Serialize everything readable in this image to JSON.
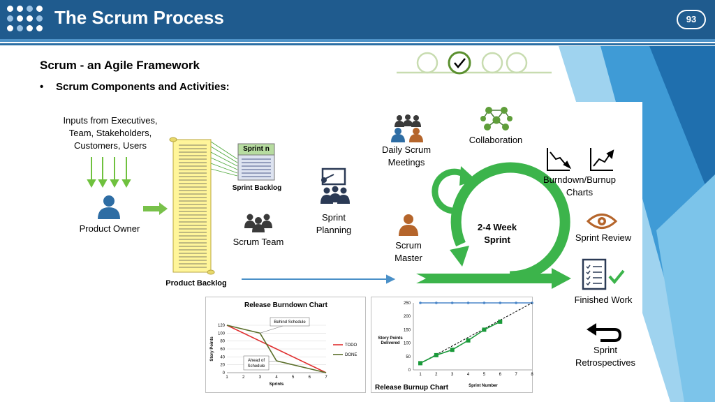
{
  "header": {
    "title": "The Scrum Process",
    "page_number": "93"
  },
  "content": {
    "subtitle": "Scrum - an Agile Framework",
    "bullet_symbol": "•",
    "bullet": "Scrum Components and Activities:"
  },
  "diagram": {
    "inputs_line1": "Inputs from Executives,",
    "inputs_line2": "Team, Stakeholders,",
    "inputs_line3": "Customers, Users",
    "product_owner": "Product Owner",
    "product_backlog": "Product Backlog",
    "sprint_n": "Sprint n",
    "sprint_backlog": "Sprint Backlog",
    "scrum_team": "Scrum Team",
    "sprint_planning_line1": "Sprint",
    "sprint_planning_line2": "Planning",
    "daily_scrum_line1": "Daily Scrum",
    "daily_scrum_line2": "Meetings",
    "collaboration": "Collaboration",
    "scrum_master_line1": "Scrum",
    "scrum_master_line2": "Master",
    "sprint_cycle_line1": "2-4 Week",
    "sprint_cycle_line2": "Sprint",
    "burndown_line1": "Burndown/Burnup",
    "burndown_line2": "Charts",
    "sprint_review": "Sprint Review",
    "finished_work": "Finished Work",
    "retro_line1": "Sprint",
    "retro_line2": "Retrospectives",
    "colors": {
      "header": "#1f5b8e",
      "green": "#3cb44b",
      "person_blue": "#2e6da4",
      "person_brown": "#b5652b",
      "arrow_blue": "#4a90c8"
    }
  },
  "chart_data": [
    {
      "type": "line",
      "title": "Release Burndown Chart",
      "xlabel": "Sprints",
      "ylabel": "Story Points",
      "x": [
        1,
        2,
        3,
        4,
        5,
        6,
        7
      ],
      "xlim": [
        1,
        7
      ],
      "ylim": [
        0,
        120
      ],
      "yticks": [
        0,
        20,
        40,
        60,
        80,
        100,
        120
      ],
      "grid": true,
      "legend_position": "right",
      "series": [
        {
          "name": "TODO",
          "color": "#e03030",
          "x": [
            1,
            7
          ],
          "values": [
            120,
            0
          ]
        },
        {
          "name": "DONE",
          "color": "#5a6e2a",
          "x": [
            1,
            3,
            4,
            7
          ],
          "values": [
            120,
            100,
            30,
            0
          ]
        }
      ],
      "annotations": [
        {
          "text": "Behind Schedule",
          "x": 3,
          "y": 100
        },
        {
          "text_line1": "Ahead of",
          "text_line2": "Schedule",
          "x": 4,
          "y": 30
        }
      ]
    },
    {
      "type": "line",
      "title": "Release Burnup Chart",
      "xlabel": "Sprint Number",
      "ylabel_line1": "Story Points",
      "ylabel_line2": "Delivered",
      "x": [
        1,
        2,
        3,
        4,
        5,
        6,
        7,
        8
      ],
      "xlim": [
        1,
        8
      ],
      "ylim": [
        0,
        250
      ],
      "yticks": [
        0,
        50,
        100,
        150,
        200,
        250
      ],
      "grid": false,
      "series": [
        {
          "color": "#4a86c8",
          "x": [
            1,
            2,
            3,
            4,
            5,
            6,
            7,
            8
          ],
          "values": [
            250,
            250,
            250,
            250,
            250,
            250,
            250,
            250
          ]
        },
        {
          "color": "#000000",
          "dashed": true,
          "x": [
            1,
            8
          ],
          "values": [
            25,
            250
          ]
        },
        {
          "color": "#1a9a3a",
          "x": [
            1,
            2,
            3,
            4,
            5,
            6
          ],
          "values": [
            25,
            55,
            75,
            110,
            150,
            180
          ]
        }
      ]
    }
  ]
}
